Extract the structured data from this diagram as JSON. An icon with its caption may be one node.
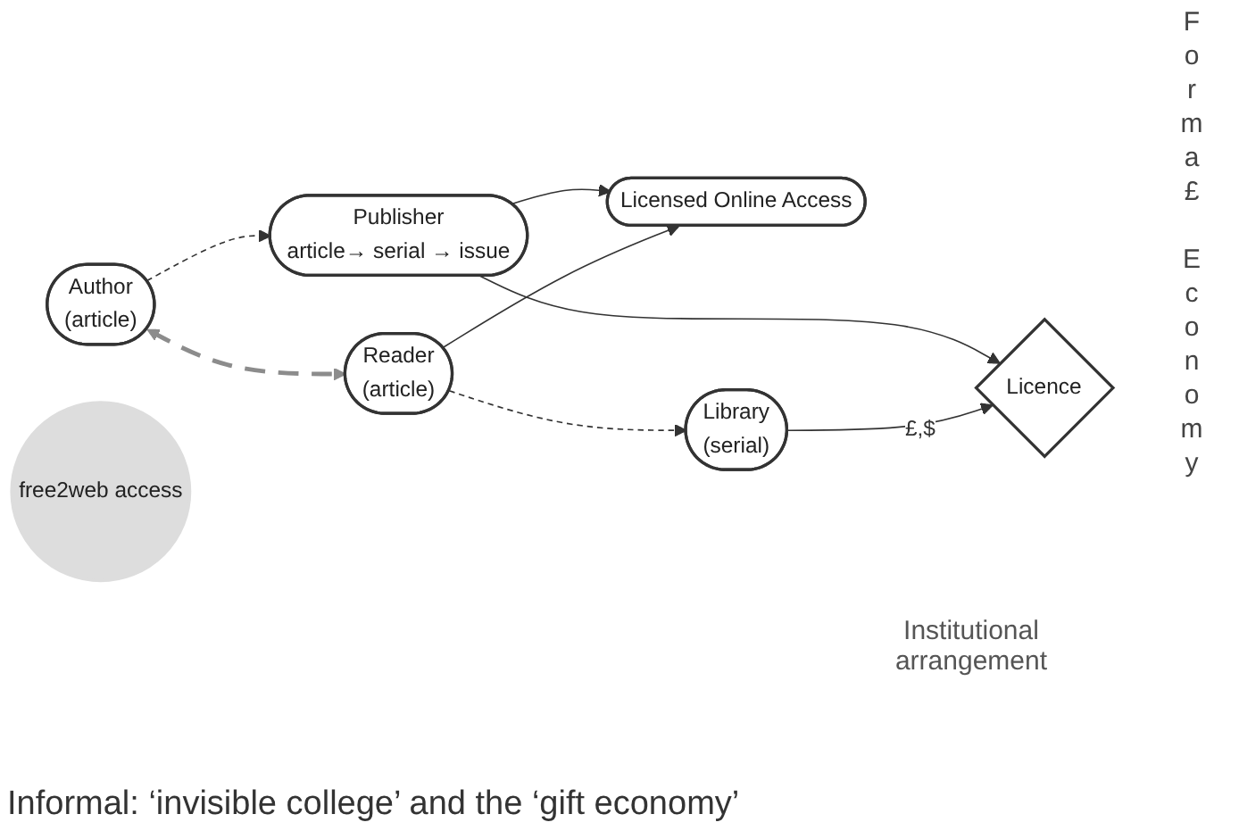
{
  "diagram": {
    "nodes": [
      {
        "text": [
          "Author",
          "(article)"
        ]
      },
      {
        "text": [
          "Publisher",
          "article→ serial → issue"
        ]
      },
      {
        "text": [
          "Licensed Online Access"
        ]
      },
      {
        "text": [
          "Licence"
        ]
      },
      {
        "text": [
          "Library",
          "(serial)"
        ]
      },
      {
        "text": [
          "free2web access"
        ]
      },
      {
        "text": [
          "Reader",
          "(article)"
        ]
      }
    ],
    "edges": [
      {
        "from": 0,
        "to": 1,
        "arrow": "to",
        "style": "dashed"
      },
      {
        "from": 1,
        "to": 2,
        "arrow": "to"
      },
      {
        "from": 1,
        "to": 3,
        "arrow": "to"
      },
      {
        "from": 4,
        "to": 3,
        "arrow": "to",
        "label": "£,$"
      },
      {
        "from": 6,
        "to": 4,
        "arrow": "to",
        "style": "dashed"
      },
      {
        "from": 6,
        "to": 2,
        "arrow": "to"
      },
      {
        "from": 0,
        "to": 6,
        "arrow": "both",
        "style": "dashed",
        "color": "#8c8c8c"
      }
    ],
    "labels": [
      "Forma£ Economy",
      "Institutional arrangement",
      "Informal: ‘invisible college’ and the ‘gift economy’"
    ]
  }
}
